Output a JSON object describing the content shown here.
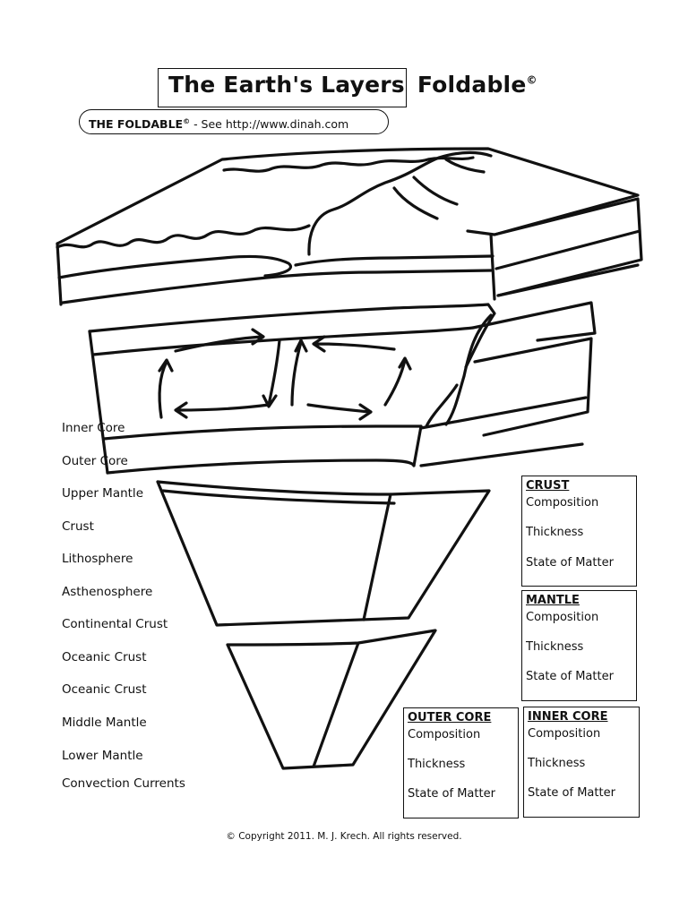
{
  "header": {
    "title_part1": "The Earth's Layers",
    "title_part2": "Foldable",
    "copyright_mark": "©",
    "foldable_label": "THE FOLDABLE",
    "foldable_url_text": " - See http://www.dinah.com"
  },
  "terms": [
    "Inner Core",
    "Outer Core",
    "Upper Mantle",
    "Crust",
    "Lithosphere",
    "Asthenosphere",
    "Continental Crust",
    "Oceanic Crust",
    "Oceanic Crust",
    "Middle Mantle",
    "Lower Mantle",
    "Convection Currents"
  ],
  "boxes": {
    "crust": {
      "heading": "CRUST",
      "lines": [
        "Composition",
        "Thickness",
        "State of Matter"
      ]
    },
    "mantle": {
      "heading": "MANTLE",
      "lines": [
        "Composition",
        "Thickness",
        "State of Matter"
      ]
    },
    "outer_core": {
      "heading": "OUTER CORE",
      "lines": [
        "Composition",
        "Thickness",
        "State of Matter"
      ]
    },
    "inner_core": {
      "heading": "INNER CORE",
      "lines": [
        "Composition",
        "Thickness",
        "State of Matter"
      ]
    }
  },
  "footer": {
    "copyright": "© Copyright 2011.  M. J. Krech. All rights reserved."
  }
}
